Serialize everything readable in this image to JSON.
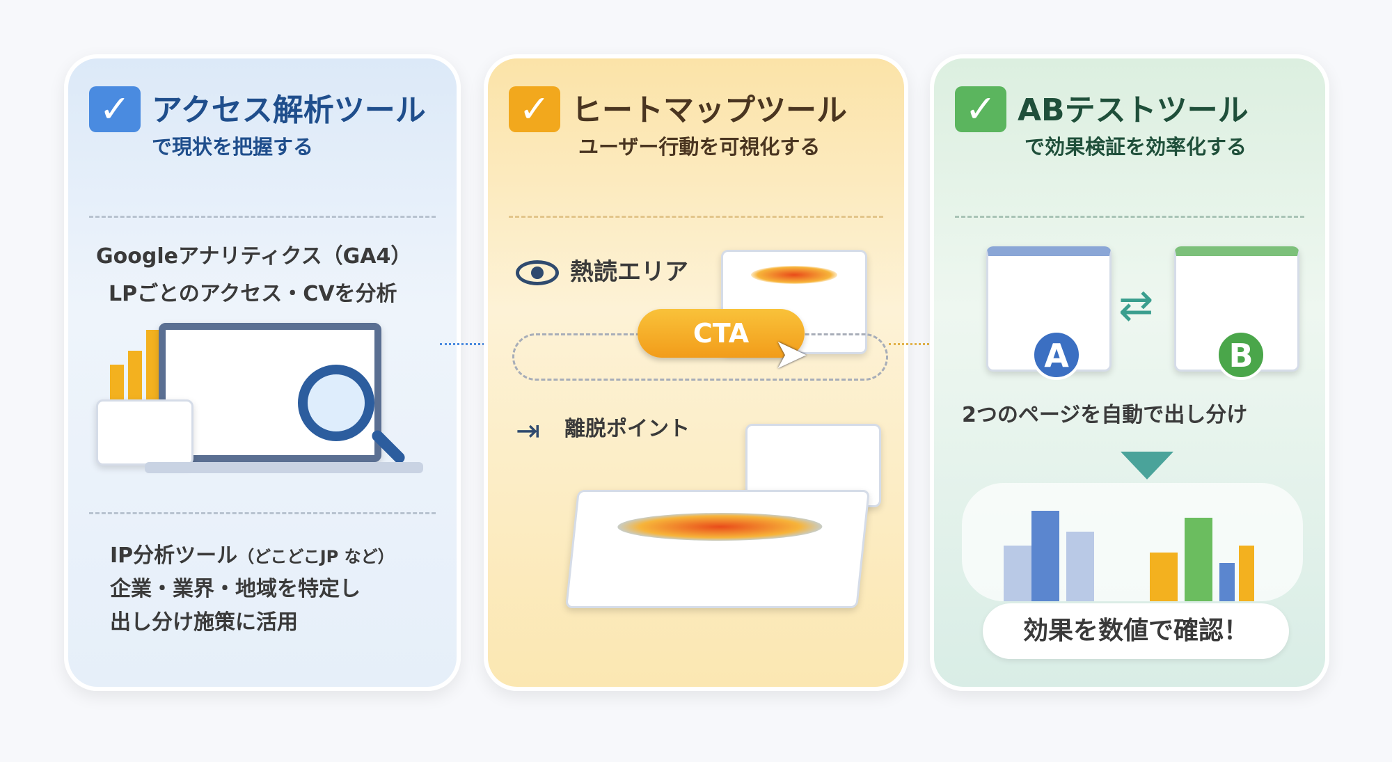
{
  "cards": [
    {
      "title": "アクセス解析ツール",
      "subtitle": "で現状を把握する",
      "color": "#4a8be0",
      "lines": [
        "Googleアナリティクス（GA4）",
        "LPごとのアクセス・CVを分析"
      ],
      "ip": {
        "main": "IP分析ツール",
        "note": "（どこどこJP など）",
        "l2": "企業・業界・地域を特定し",
        "l3": "出し分け施策に活用"
      }
    },
    {
      "title": "ヒートマップツール",
      "subtitle": "ユーザー行動を可視化する",
      "color": "#f2a81d",
      "area_label": "熱読エリア",
      "cta": "CTA",
      "exit_label": "離脱ポイント"
    },
    {
      "title": "ABテストツール",
      "subtitle": "で効果検証を効率化する",
      "color": "#5bb55e",
      "page_a": "A",
      "page_b": "B",
      "caption": "2つのページを自動で出し分け",
      "result": "効果を数値で確認！"
    }
  ]
}
